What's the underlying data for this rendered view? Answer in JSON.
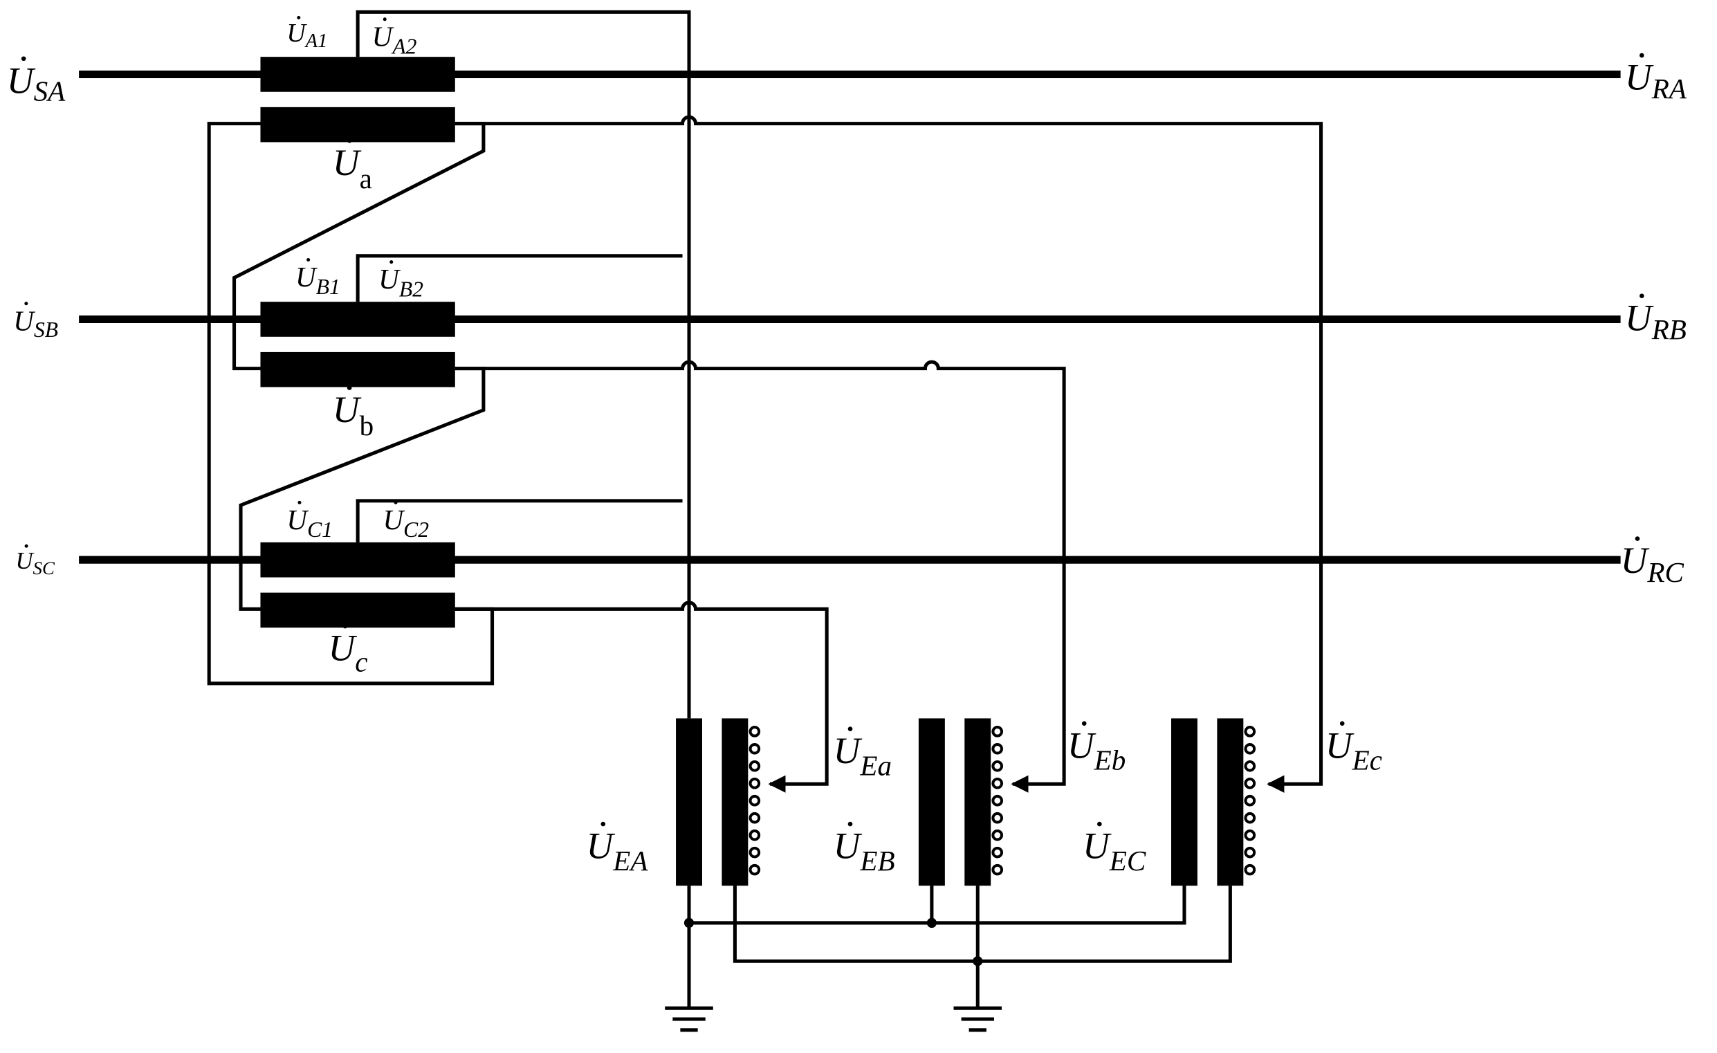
{
  "labels": {
    "source": {
      "a": "SA",
      "b": "SB",
      "c": "SC"
    },
    "receiving": {
      "a": "RA",
      "b": "RB",
      "c": "RC"
    },
    "series": {
      "a1": "A1",
      "a2": "A2",
      "b1": "B1",
      "b2": "B2",
      "c1": "C1",
      "c2": "C2"
    },
    "compensation": {
      "a": "a",
      "b": "b",
      "c": "c"
    },
    "exciting_primary": {
      "a": "EA",
      "b": "EB",
      "c": "EC"
    },
    "exciting_secondary": {
      "a": "Ea",
      "b": "Eb",
      "c": "Ec"
    }
  },
  "symbols": {
    "voltage": "U",
    "dot": "·"
  },
  "colors": {
    "line": "#000000",
    "background": "#ffffff"
  }
}
